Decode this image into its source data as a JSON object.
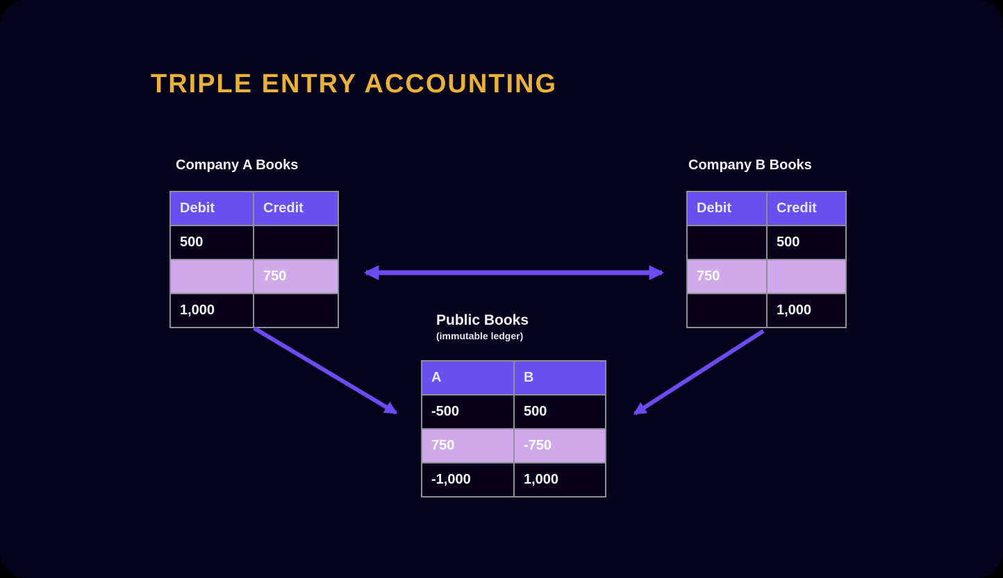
{
  "slide": {
    "title": "TRIPLE ENTRY ACCOUNTING"
  },
  "colors": {
    "outer_background": "#000000",
    "panel_background": "#05021b",
    "title_gold": "#e9b13a",
    "table_header_purple": "#6a4ff0",
    "highlight_lavender": "#d0a9ec",
    "arrow_violet": "#6c4bf2",
    "cell_dark": "#060119",
    "table_border_gray": "#8f8e99",
    "text_white": "#f6f4fb"
  },
  "tables": {
    "companyA": {
      "title": "Company A Books",
      "headers": [
        "Debit",
        "Credit"
      ],
      "rows": [
        {
          "cells": [
            "500",
            ""
          ],
          "highlight": false
        },
        {
          "cells": [
            "",
            "750"
          ],
          "highlight": true
        },
        {
          "cells": [
            "1,000",
            ""
          ],
          "highlight": false
        }
      ]
    },
    "companyB": {
      "title": "Company B Books",
      "headers": [
        "Debit",
        "Credit"
      ],
      "rows": [
        {
          "cells": [
            "",
            "500"
          ],
          "highlight": false
        },
        {
          "cells": [
            "750",
            ""
          ],
          "highlight": true
        },
        {
          "cells": [
            "",
            "1,000"
          ],
          "highlight": false
        }
      ]
    },
    "publicBooks": {
      "title": "Public Books",
      "subtitle": "(immutable ledger)",
      "headers": [
        "A",
        "B"
      ],
      "rows": [
        {
          "cells": [
            "-500",
            "500"
          ],
          "highlight": false
        },
        {
          "cells": [
            "750",
            "-750"
          ],
          "highlight": true
        },
        {
          "cells": [
            "-1,000",
            "1,000"
          ],
          "highlight": false
        }
      ]
    }
  },
  "arrows": [
    {
      "name": "company-a-company-b",
      "type": "double",
      "connects": [
        "Company A Books",
        "Company B Books"
      ]
    },
    {
      "name": "company-a-to-public",
      "type": "single",
      "connects": [
        "Company A Books",
        "Public Books"
      ]
    },
    {
      "name": "company-b-to-public",
      "type": "single",
      "connects": [
        "Company B Books",
        "Public Books"
      ]
    }
  ]
}
